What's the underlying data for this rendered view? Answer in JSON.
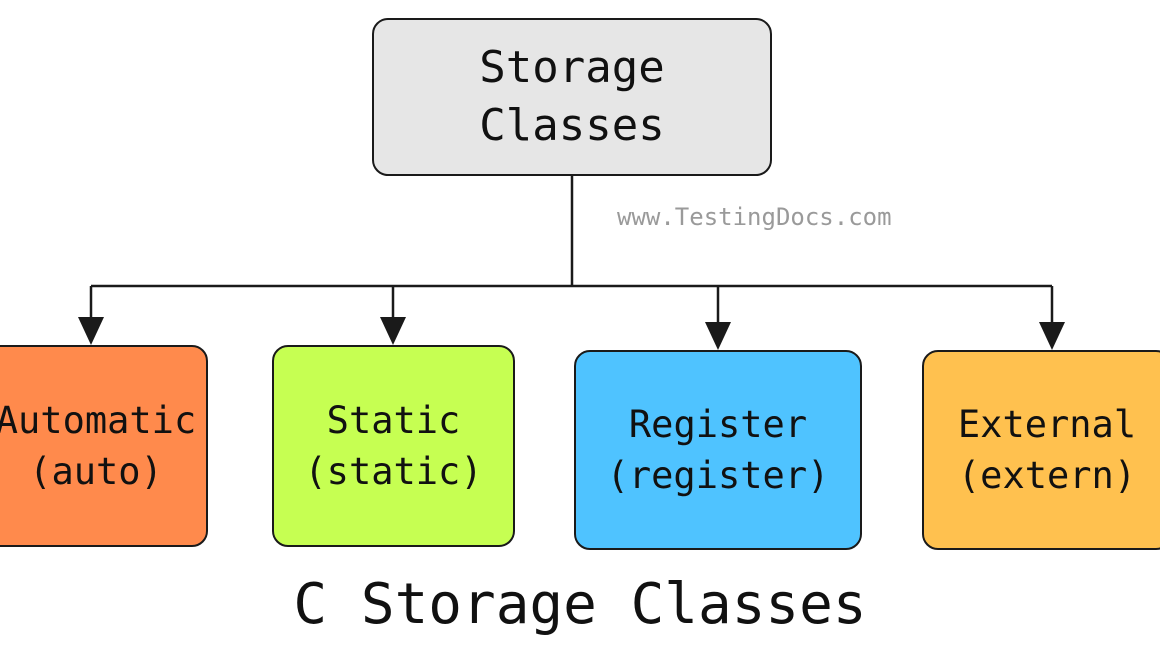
{
  "root": {
    "lines": [
      "Storage",
      "Classes"
    ],
    "color": "#e6e6e6"
  },
  "children": [
    {
      "lines": [
        "Automatic",
        "(auto)"
      ],
      "color": "#ff8a4c"
    },
    {
      "lines": [
        "Static",
        "(static)"
      ],
      "color": "#c6ff52"
    },
    {
      "lines": [
        "Register",
        "(register)"
      ],
      "color": "#4fc3ff"
    },
    {
      "lines": [
        "External",
        "(extern)"
      ],
      "color": "#ffc14f"
    }
  ],
  "watermark": "www.TestingDocs.com",
  "caption": "C Storage Classes",
  "line_color": "#1a1a1a"
}
